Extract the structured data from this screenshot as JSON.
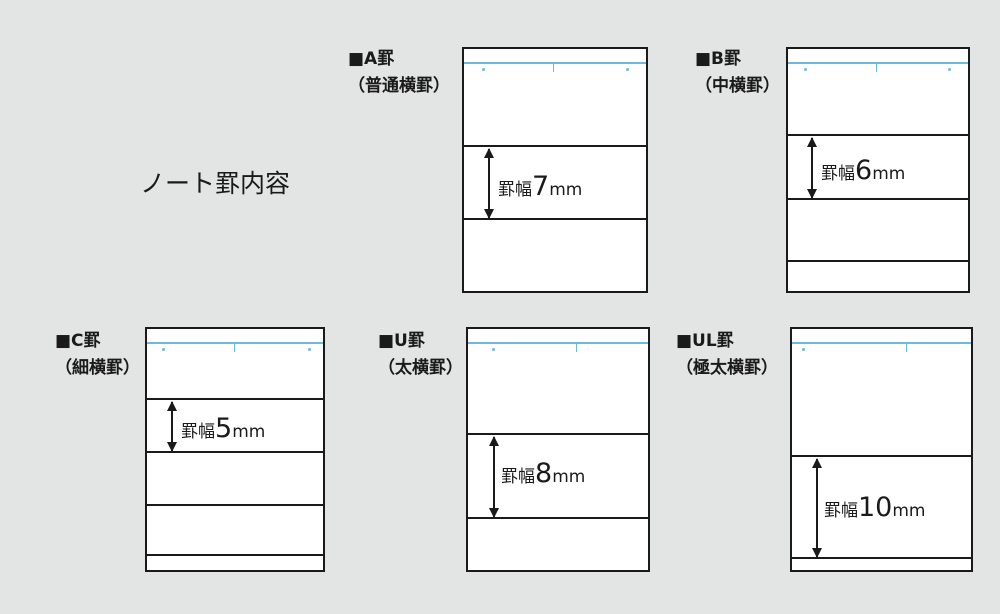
{
  "title": "ノート罫内容",
  "rule_label": "罫幅",
  "unit": "mm",
  "colors": {
    "background": "#e3e4e4",
    "header_line": "#6fb8e0",
    "rules": "#1a1a1a"
  },
  "types": [
    {
      "name": "■A罫",
      "sub": "（普通横罫）",
      "width": "7"
    },
    {
      "name": "■B罫",
      "sub": "（中横罫）",
      "width": "6"
    },
    {
      "name": "■C罫",
      "sub": "（細横罫）",
      "width": "5"
    },
    {
      "name": "■U罫",
      "sub": "（太横罫）",
      "width": "8"
    },
    {
      "name": "■UL罫",
      "sub": "（極太横罫）",
      "width": "10"
    }
  ]
}
